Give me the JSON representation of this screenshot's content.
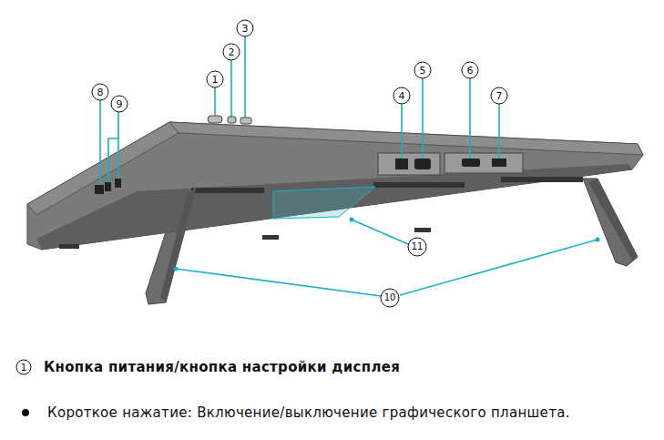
{
  "diagram": {
    "labels": [
      "1",
      "2",
      "3",
      "4",
      "5",
      "6",
      "7",
      "8",
      "9",
      "10",
      "11",
      "1",
      "Кнопка питания/кнопка настройки дисплея",
      "Короткое нажатие: Включение/выключение графического планшета."
    ]
  }
}
